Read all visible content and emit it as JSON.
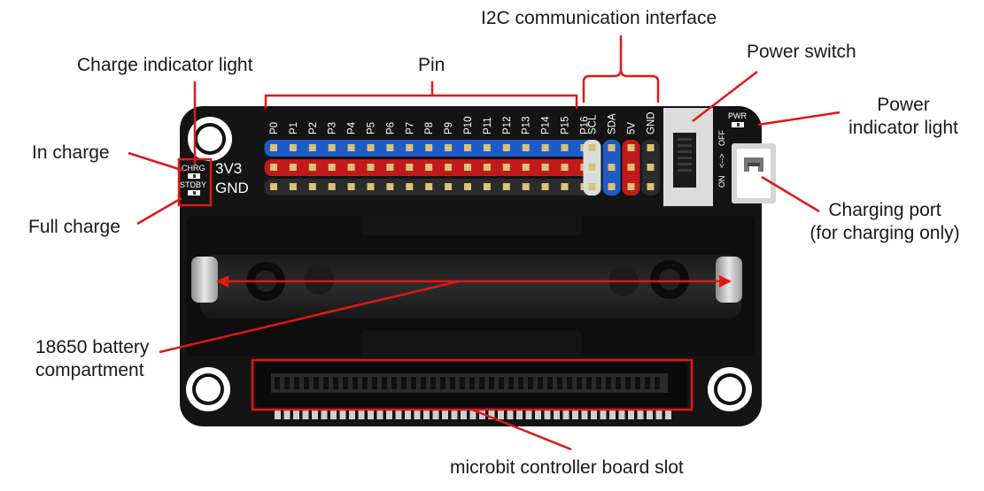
{
  "callouts": {
    "i2c": "I2C communication interface",
    "power_switch": "Power switch",
    "charge_indicator": "Charge indicator light",
    "pin": "Pin",
    "in_charge": "In charge",
    "full_charge": "Full charge",
    "power_indicator_line1": "Power",
    "power_indicator_line2": "indicator light",
    "charging_port_line1": "Charging port",
    "charging_port_line2": "(for charging only)",
    "battery_line1": "18650 battery",
    "battery_line2": "compartment",
    "slot": "microbit controller board slot"
  },
  "board": {
    "pins": [
      "P0",
      "P1",
      "P2",
      "P3",
      "P4",
      "P5",
      "P6",
      "P7",
      "P8",
      "P9",
      "P10",
      "P11",
      "P12",
      "P13",
      "P14",
      "P15",
      "P16"
    ],
    "i2c_pins": [
      "SCL",
      "SDA",
      "5V",
      "GND"
    ],
    "row_labels": [
      "3V3",
      "GND"
    ],
    "chrg": "CHRG",
    "stdby": "STDBY",
    "pwr": "PWR",
    "switch_off": "OFF",
    "switch_on": "ON"
  },
  "colors": {
    "annotation": "#e01818",
    "board": "#141414",
    "signal_row": "#1e5bc6",
    "power_row": "#c21a1a",
    "ground_row": "#2b2b2b"
  }
}
